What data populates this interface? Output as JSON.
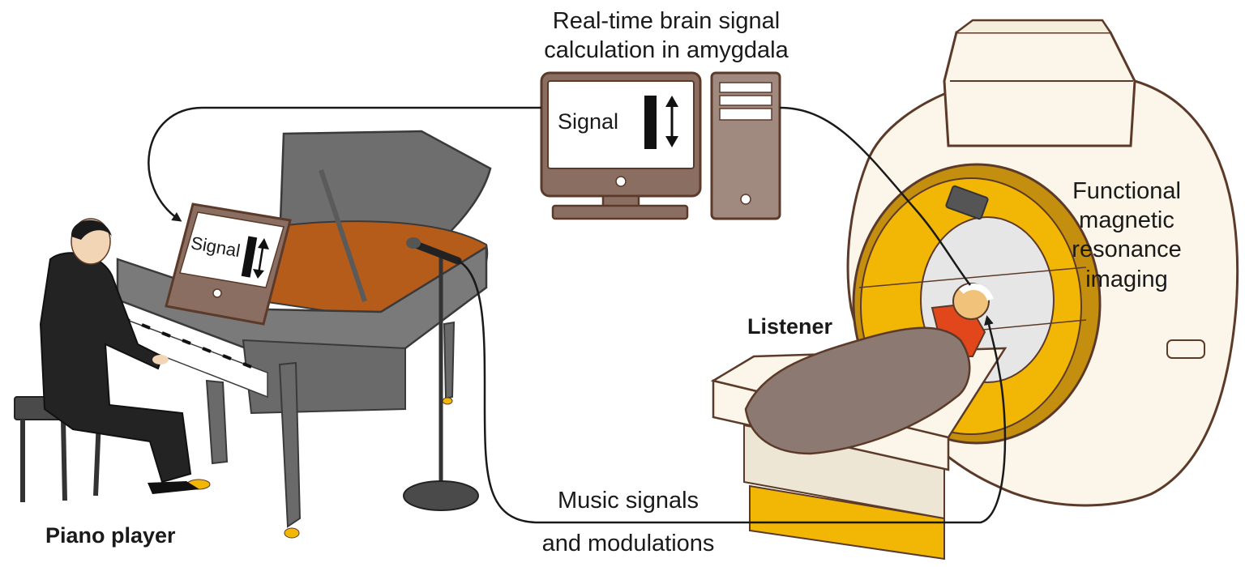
{
  "labels": {
    "computer_title_line1": "Real-time brain signal",
    "computer_title_line2": "calculation in amygdala",
    "fmri_line1": "Functional",
    "fmri_line2": "magnetic",
    "fmri_line3": "resonance",
    "fmri_line4": "imaging",
    "listener": "Listener",
    "piano_player": "Piano player",
    "music_line1": "Music signals",
    "music_line2": "and modulations"
  },
  "screens": {
    "computer_screen_text": "Signal",
    "piano_tablet_text": "Signal"
  },
  "colors": {
    "outline": "#5c3a2a",
    "screen_brown": "#8a6e62",
    "case_brown": "#a08a80",
    "piano_grey": "#6e6e6e",
    "piano_wood": "#b65c1a",
    "scanner_yellow": "#f2b705",
    "scanner_shell": "#fbf6e9",
    "blanket": "#8c7a72",
    "shirt": "#e2461b",
    "cable": "#1a1a1a"
  }
}
